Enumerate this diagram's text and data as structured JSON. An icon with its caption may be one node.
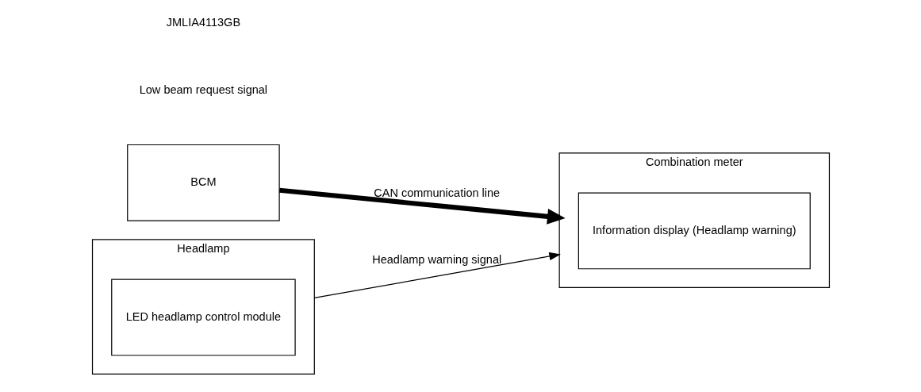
{
  "diagram": {
    "nodes": [
      {
        "text": [
          "BCM"
        ]
      },
      {
        "text": [
          "Headlamp"
        ]
      },
      {
        "text": [
          "LED headlamp control module"
        ],
        "in": 1
      },
      {
        "text": [
          "Combination meter"
        ]
      },
      {
        "text": [
          "Information display (Headlamp warning)"
        ],
        "in": 3
      }
    ],
    "edges": [
      {
        "from": 0,
        "to": 3,
        "arrow": "to",
        "label": "CAN communication line",
        "style": "thick"
      },
      {
        "from": 1,
        "to": 3,
        "arrow": "to",
        "label": "Headlamp warning signal"
      }
    ],
    "labels": [
      "Low beam request signal",
      "JMLIA4113GB"
    ]
  }
}
